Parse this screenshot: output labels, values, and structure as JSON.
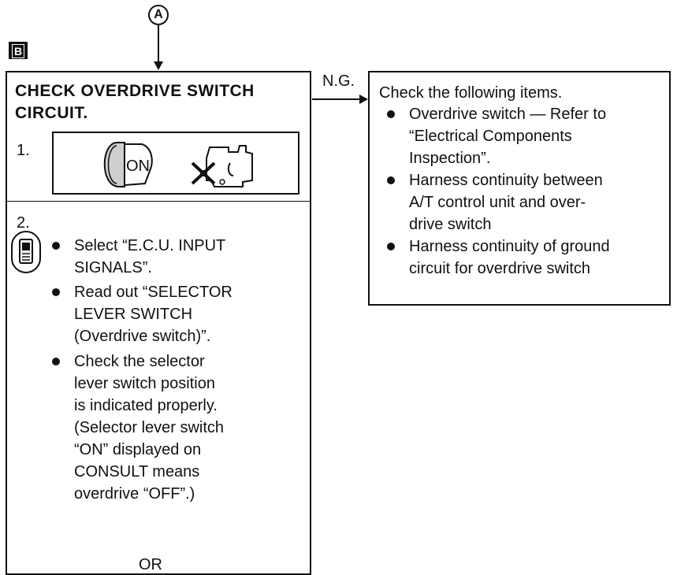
{
  "marker_a": "A",
  "step_b": "B",
  "check": {
    "title_lines": [
      "CHECK OVERDRIVE SWITCH",
      "CIRCUIT."
    ],
    "step1_label": "1.",
    "step1_key_text": "ON",
    "step2_label": "2.",
    "step2_items": [
      {
        "lines": [
          "Select “E.C.U. INPUT",
          "SIGNALS”."
        ]
      },
      {
        "lines": [
          "Read out “SELECTOR",
          "LEVER SWITCH",
          "(Overdrive switch)”."
        ]
      },
      {
        "lines": [
          "Check the selector",
          "lever switch position",
          "is indicated properly.",
          "(Selector lever switch",
          "“ON” displayed on",
          "CONSULT means",
          "overdrive “OFF”.)"
        ]
      }
    ],
    "or_label": "OR"
  },
  "ng_label": "N.G.",
  "result": {
    "intro": "Check the following items.",
    "items": [
      {
        "lines": [
          "Overdrive switch — Refer to",
          "“Electrical Components",
          "Inspection”."
        ]
      },
      {
        "lines": [
          "Harness continuity between",
          "A/T control unit and over-",
          "drive switch"
        ]
      },
      {
        "lines": [
          "Harness continuity of ground",
          "circuit for overdrive switch"
        ]
      }
    ]
  }
}
